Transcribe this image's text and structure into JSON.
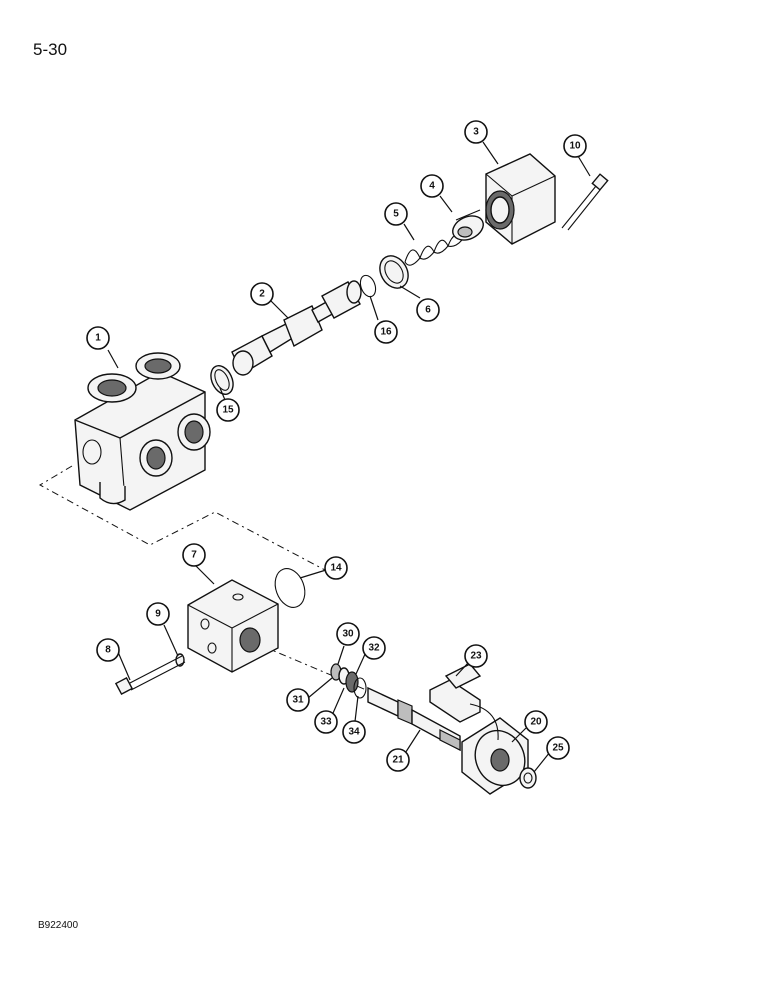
{
  "page_number": "5-30",
  "figure_code": "B922400",
  "callouts": [
    "1",
    "2",
    "3",
    "4",
    "5",
    "6",
    "7",
    "8",
    "9",
    "10",
    "14",
    "15",
    "16",
    "20",
    "21",
    "23",
    "25",
    "30",
    "31",
    "32",
    "33",
    "34"
  ]
}
